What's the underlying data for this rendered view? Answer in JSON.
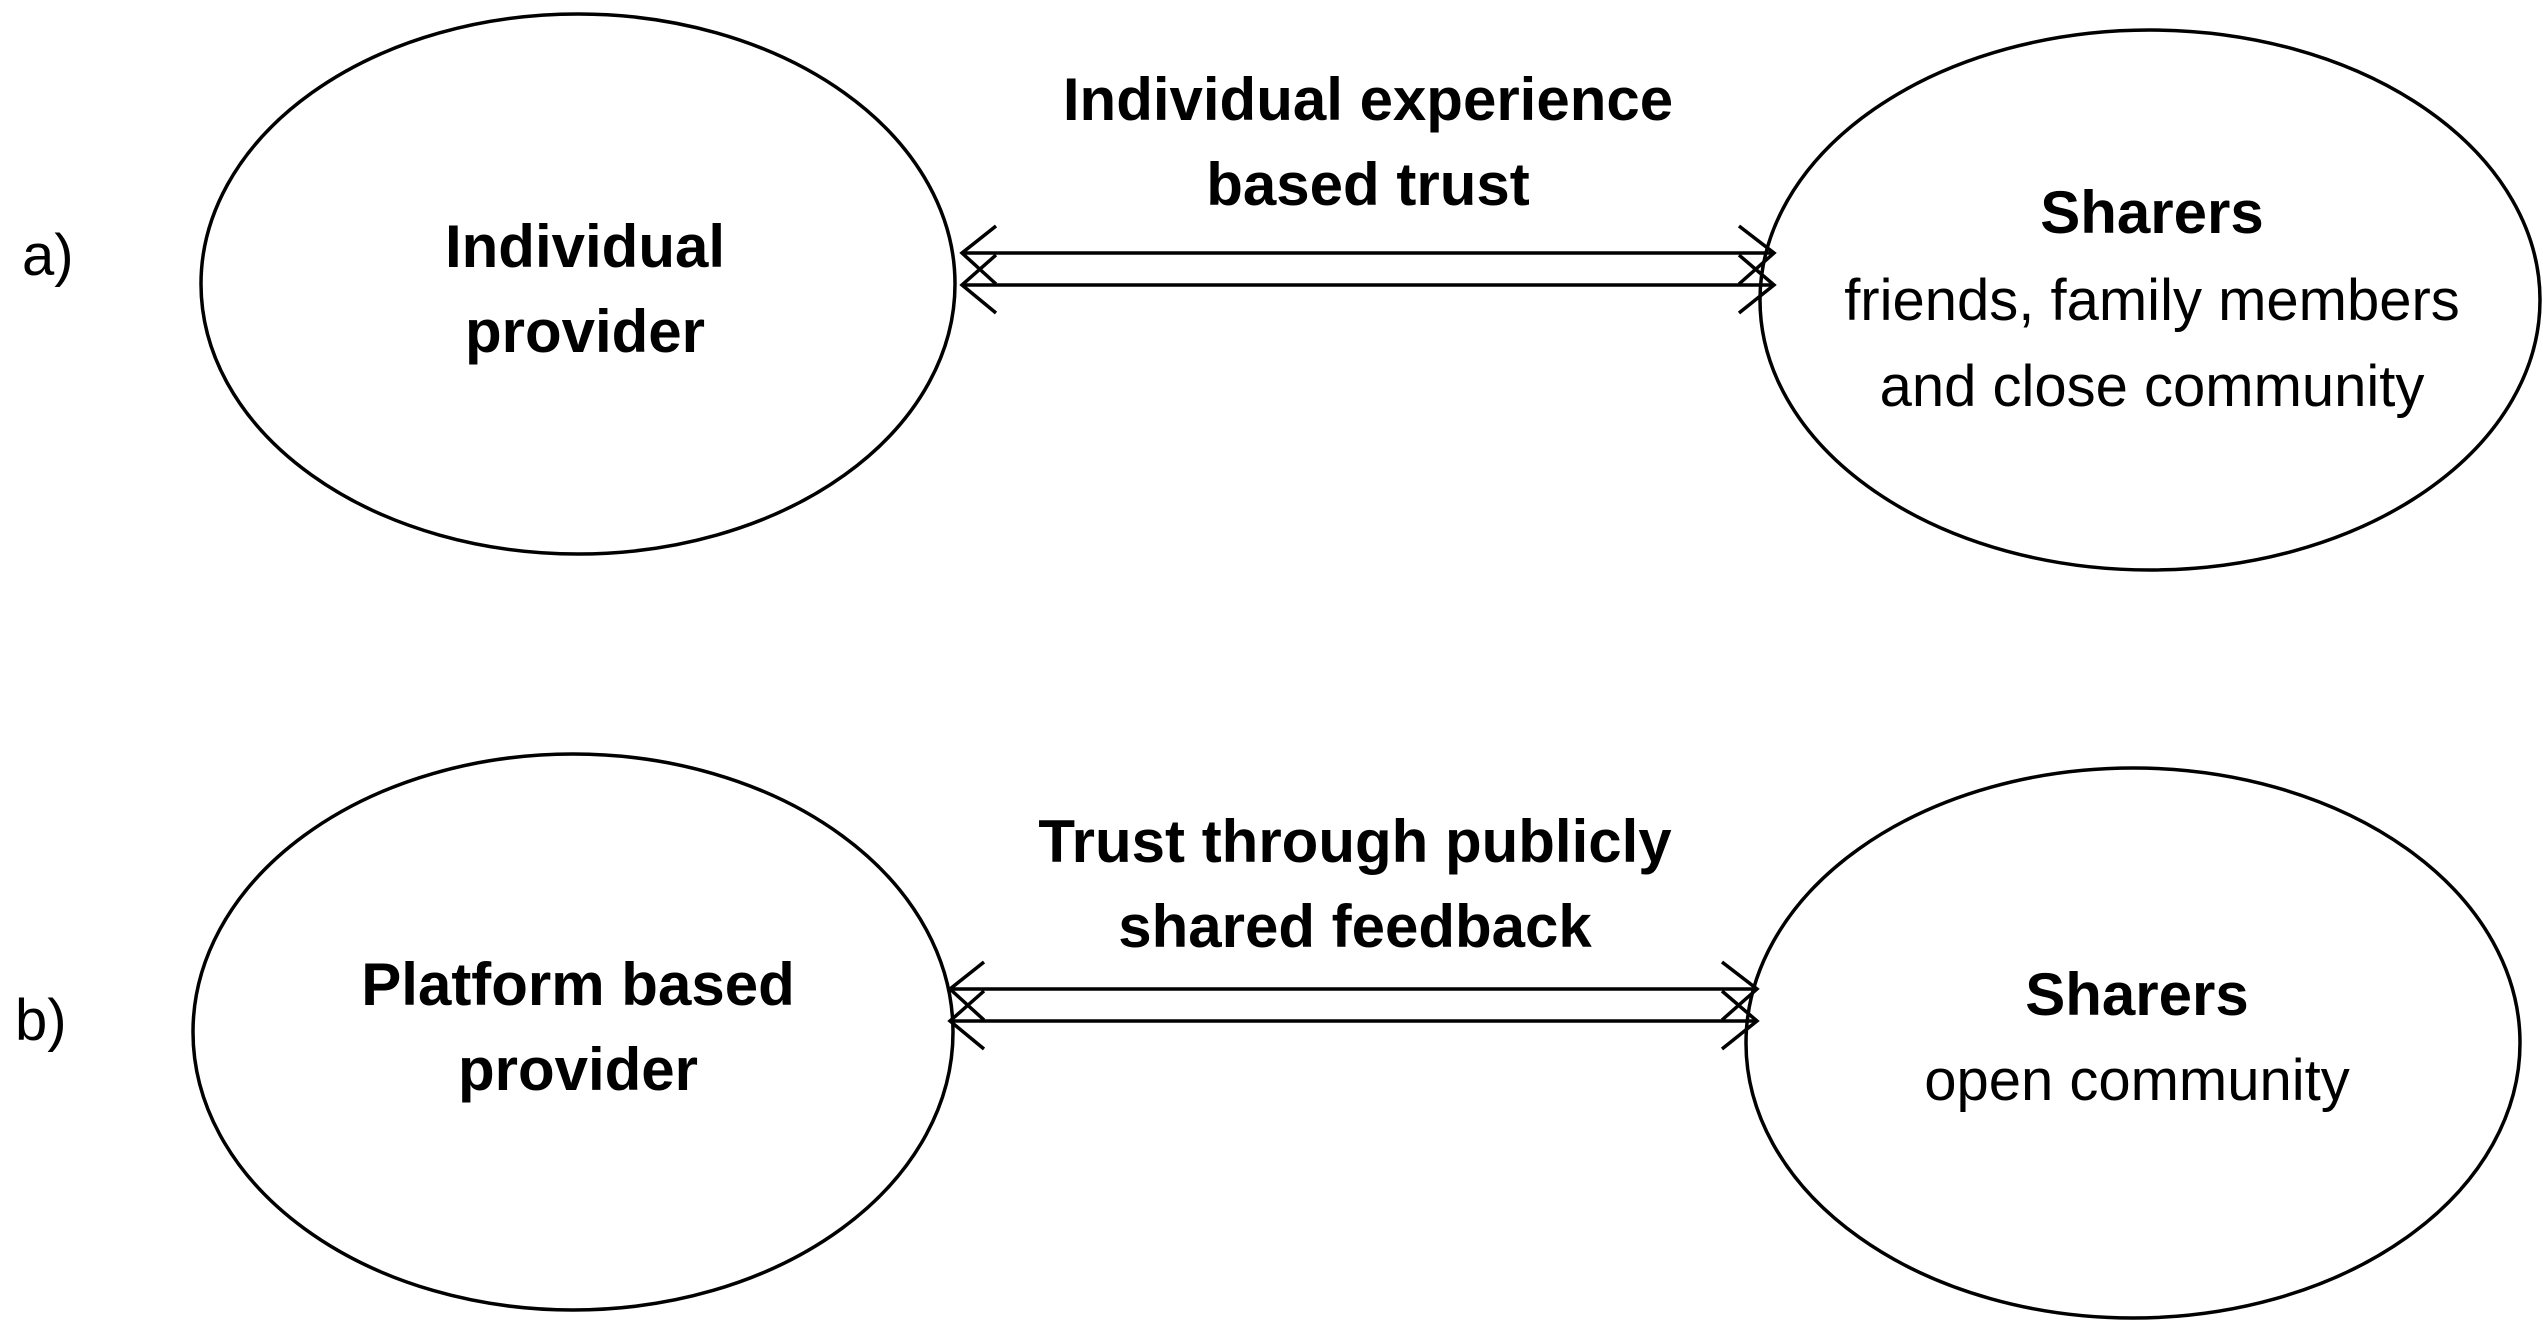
{
  "colors": {
    "stroke": "#000000",
    "background": "#ffffff",
    "text": "#000000"
  },
  "panel_a": {
    "label": "a)",
    "left_node": {
      "title_line1": "Individual",
      "title_line2": "provider"
    },
    "right_node": {
      "title": "Sharers",
      "sub_line1": "friends, family members",
      "sub_line2": "and close community"
    },
    "relation": {
      "line1": "Individual experience",
      "line2": "based trust"
    }
  },
  "panel_b": {
    "label": "b)",
    "left_node": {
      "title_line1": "Platform based",
      "title_line2": "provider"
    },
    "right_node": {
      "title": "Sharers",
      "sub_line1": "open community"
    },
    "relation": {
      "line1": "Trust through publicly",
      "line2": "shared feedback"
    }
  }
}
